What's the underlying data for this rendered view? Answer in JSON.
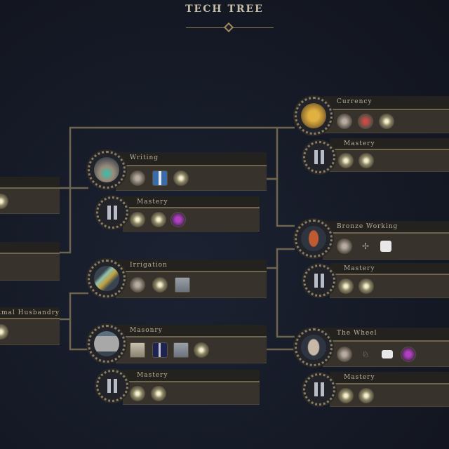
{
  "header": {
    "title": "TECH TREE"
  },
  "left_column": [
    {
      "name": ""
    },
    {
      "name": ""
    },
    {
      "name": "Animal Husbandry"
    }
  ],
  "techs": {
    "writing": {
      "name": "Writing",
      "icons": [
        "unit-icon",
        "codex-icon",
        "science-icon"
      ]
    },
    "writing_mastery": {
      "name": "Mastery",
      "icons": [
        "science-icon",
        "science-icon",
        "purple-gem-icon"
      ]
    },
    "irrigation": {
      "name": "Irrigation",
      "icons": [
        "gear-icon",
        "science-icon",
        "building-icon"
      ]
    },
    "masonry": {
      "name": "Masonry",
      "icons": [
        "wall-icon",
        "monument-icon",
        "building-icon",
        "science-icon"
      ]
    },
    "masonry_mastery": {
      "name": "Mastery",
      "icons": [
        "science-icon",
        "science-icon"
      ]
    },
    "currency": {
      "name": "Currency",
      "icons": [
        "unit-icon",
        "resource-icon",
        "science-icon"
      ]
    },
    "currency_mastery": {
      "name": "Mastery",
      "icons": [
        "science-icon",
        "science-icon"
      ]
    },
    "bronze_working": {
      "name": "Bronze Working",
      "icons": [
        "unit-icon",
        "target-icon",
        "flag-icon"
      ]
    },
    "bronze_mastery": {
      "name": "Mastery",
      "icons": [
        "science-icon",
        "science-icon"
      ]
    },
    "the_wheel": {
      "name": "The Wheel",
      "icons": [
        "unit-icon",
        "chariot-icon",
        "card-icon",
        "purple-gem-icon"
      ]
    },
    "wheel_mastery": {
      "name": "Mastery",
      "icons": [
        "science-icon",
        "science-icon"
      ]
    }
  },
  "colors": {
    "line": "#6f654f",
    "background": "#151925"
  }
}
